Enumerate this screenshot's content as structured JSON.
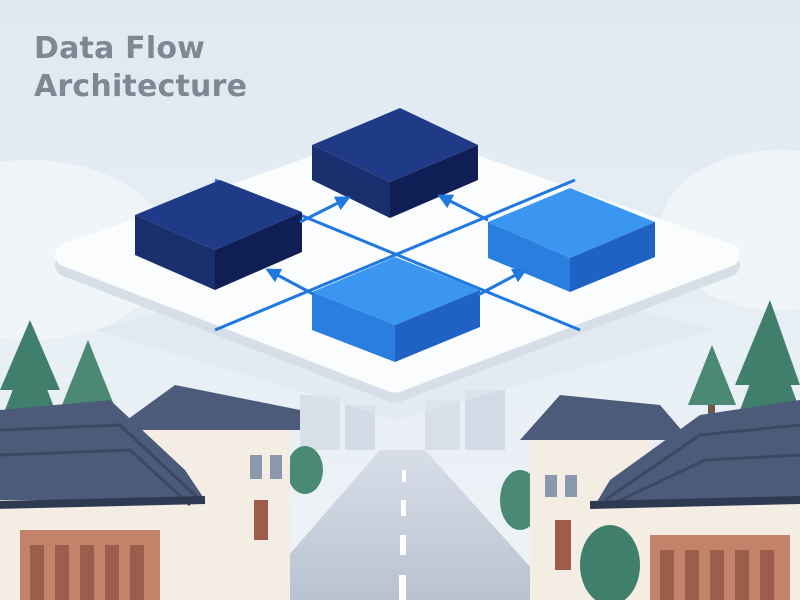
{
  "title": {
    "line1": "Data Flow",
    "line2": "Architecture"
  },
  "colors": {
    "sky_top": "#dde8f1",
    "sky_bottom": "#f1f5f8",
    "platform": "#fafcfe",
    "platform_edge": "#d6dfe8",
    "connector": "#1e78e0",
    "block_dark_top": "#1f3a86",
    "block_dark_left": "#1a2f6e",
    "block_dark_right": "#0f1f55",
    "block_light_top": "#3a96f0",
    "block_light_left": "#2a7ee0",
    "block_light_right": "#1f62c4",
    "roof": "#4c5b7a",
    "wall": "#f3ede3",
    "tree": "#3f7f6b",
    "road": "#c3ccd9"
  },
  "blocks": [
    {
      "id": "top",
      "shade": "dark"
    },
    {
      "id": "left",
      "shade": "dark"
    },
    {
      "id": "right",
      "shade": "light"
    },
    {
      "id": "bottom",
      "shade": "light"
    }
  ],
  "flows": [
    {
      "from": "left",
      "to": "top"
    },
    {
      "from": "right",
      "to": "top"
    },
    {
      "from": "bottom",
      "to": "left"
    },
    {
      "from": "bottom",
      "to": "right"
    }
  ],
  "background": {
    "scene": "village street",
    "icons": [
      "tree-icon",
      "house-icon",
      "road-icon"
    ]
  }
}
